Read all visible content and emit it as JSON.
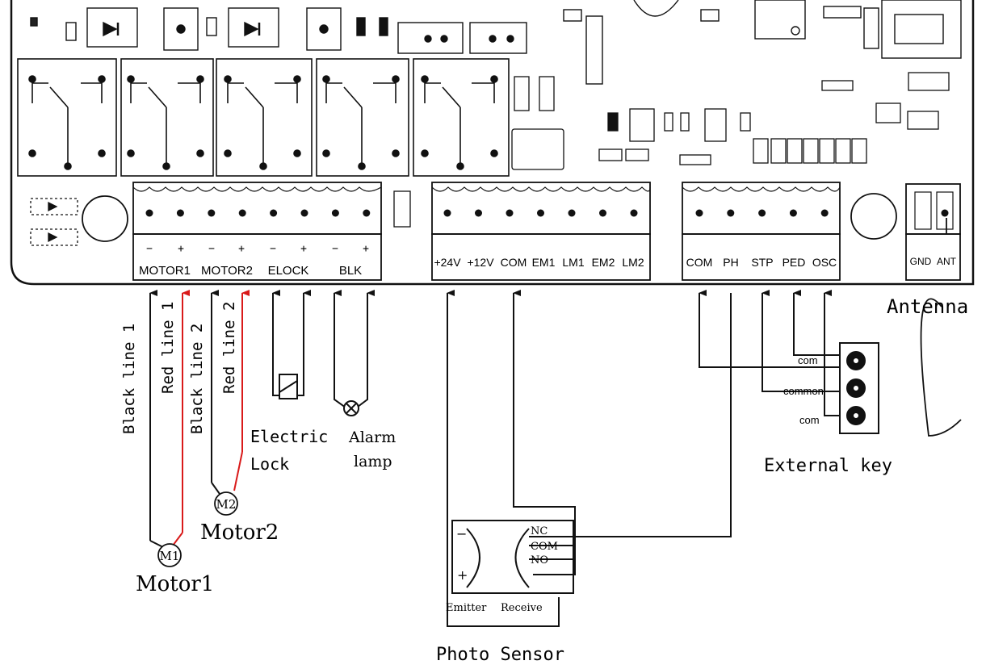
{
  "terminals": {
    "x3": {
      "polarity": [
        "−",
        "+",
        "−",
        "+",
        "−",
        "+",
        "−",
        "+"
      ],
      "labels": [
        "MOTOR1",
        "MOTOR2",
        "ELOCK",
        "BLK"
      ]
    },
    "x1": {
      "labels": [
        "+24V",
        "+12V",
        "COM",
        "EM1",
        "LM1",
        "EM2",
        "LM2"
      ]
    },
    "x5": {
      "labels": [
        "COM",
        "PH",
        "STP",
        "PED",
        "OSC"
      ]
    },
    "ant": {
      "labels": [
        "GND",
        "ANT"
      ]
    }
  },
  "wires": {
    "black_line_1": "Black line 1",
    "red_line_1": "Red line 1",
    "black_line_2": "Black line 2",
    "red_line_2": "Red line 2"
  },
  "devices": {
    "motor1": {
      "symbol": "M1",
      "label": "Motor1"
    },
    "motor2": {
      "symbol": "M2",
      "label": "Motor2"
    },
    "electric_lock": {
      "line1": "Electric",
      "line2": "Lock"
    },
    "alarm_lamp": {
      "line1": "Alarm",
      "line2": "lamp"
    },
    "antenna": "Antenna",
    "external_key": {
      "label": "External key",
      "pins": [
        "com",
        "common",
        "com"
      ]
    },
    "photo_sensor": {
      "label": "Photo Sensor",
      "emitter": "Emitter",
      "receiver": "Receive",
      "contacts": [
        "NC",
        "COM",
        "NO"
      ],
      "minus": "−",
      "plus": "+"
    }
  },
  "colors": {
    "wire_black": "#111111",
    "wire_red": "#d91a1a",
    "board_line": "#111111"
  }
}
